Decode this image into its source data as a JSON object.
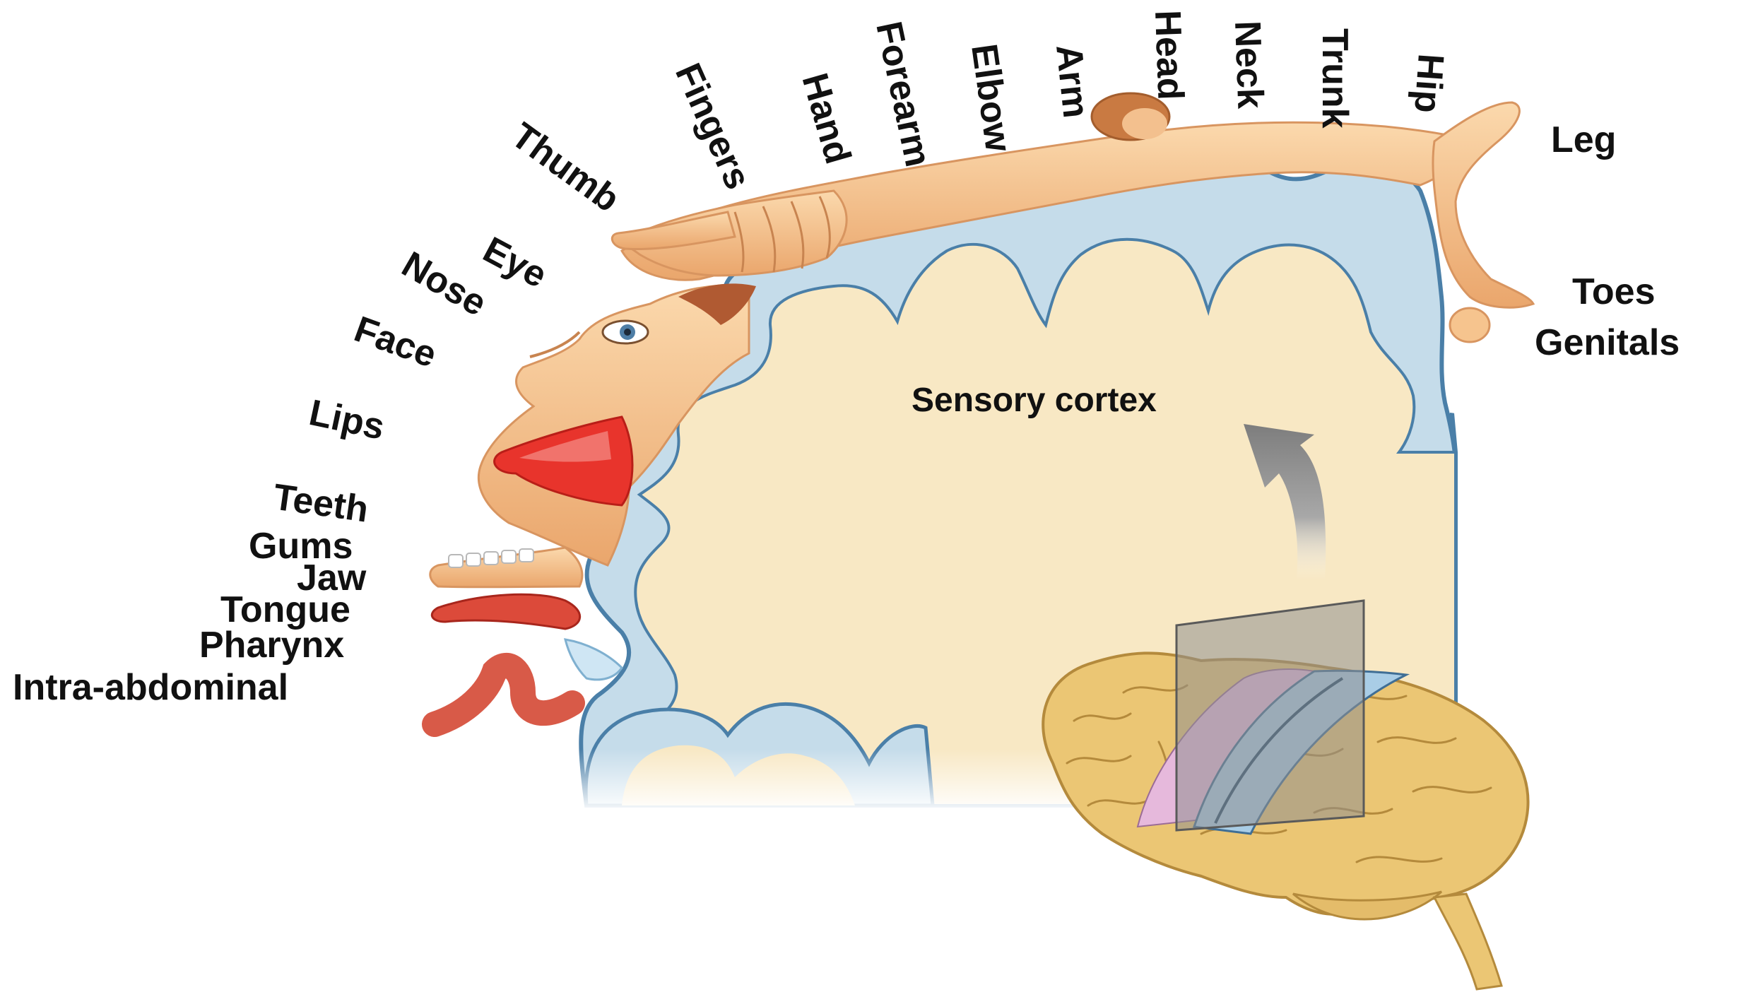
{
  "title": "Sensory cortex",
  "labels": {
    "thumb": "Thumb",
    "fingers": "Fingers",
    "hand": "Hand",
    "forearm": "Forearm",
    "elbow": "Elbow",
    "arm": "Arm",
    "head": "Head",
    "neck": "Neck",
    "trunk": "Trunk",
    "hip": "Hip",
    "leg": "Leg",
    "toes": "Toes",
    "genitals": "Genitals",
    "eye": "Eye",
    "nose": "Nose",
    "face": "Face",
    "lips": "Lips",
    "teeth": "Teeth",
    "gums": "Gums",
    "jaw": "Jaw",
    "tongue": "Tongue",
    "pharynx": "Pharynx",
    "intra_abdominal": "Intra-abdominal"
  },
  "colors": {
    "cortex_fill": "#c5dcea",
    "cortex_outline": "#4a7fa8",
    "white_matter": "#f8e8c4",
    "skin": "#f6c48e",
    "skin_shadow": "#e3a06a",
    "lips": "#e8342c",
    "tongue": "#dc4a3a",
    "brain": "#ebc674",
    "brain_outline": "#b48a3c",
    "arrow": "#8c8c8c"
  }
}
